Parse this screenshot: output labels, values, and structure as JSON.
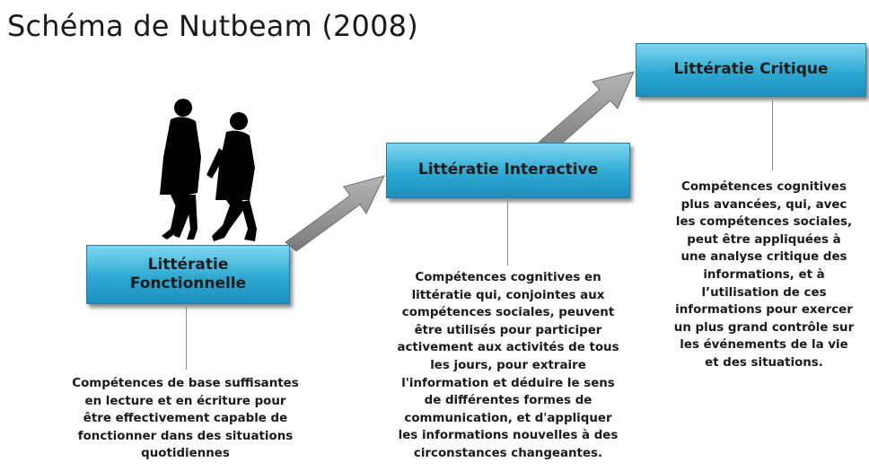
{
  "title": "Schéma de Nutbeam (2008)",
  "levels": [
    {
      "label": "Littératie\nFonctionnelle",
      "description": "Compétences de base suffisantes\nen lecture et en écriture pour\nêtre effectivement capable de\nfonctionner dans des situations\nquotidiennes"
    },
    {
      "label": "Littératie Interactive",
      "description": "Compétences cognitives en\nlittératie qui, conjointes aux\ncompétences sociales, peuvent\nêtre utilisés pour participer\nactivement aux activités de tous\nles jours, pour extraire\nl'information et déduire le sens\nde différentes formes de\ncommunication, et d'appliquer\nles informations nouvelles à des\ncirconstances changeantes."
    },
    {
      "label": "Littératie Critique",
      "description": "Compétences cognitives\nplus avancées, qui, avec\nles compétences sociales,\npeut être appliquées à\nune analyse critique des\ninformations, et à\nl’utilisation de ces\ninformations pour exercer\nun plus grand contrôle sur\nles événements de la vie\net des situations."
    }
  ],
  "colors": {
    "box_top": "#7ed7f1",
    "box_bottom": "#1c8fbd",
    "arrow": "#8c8c8c"
  },
  "illustration": "walking-people-silhouette"
}
